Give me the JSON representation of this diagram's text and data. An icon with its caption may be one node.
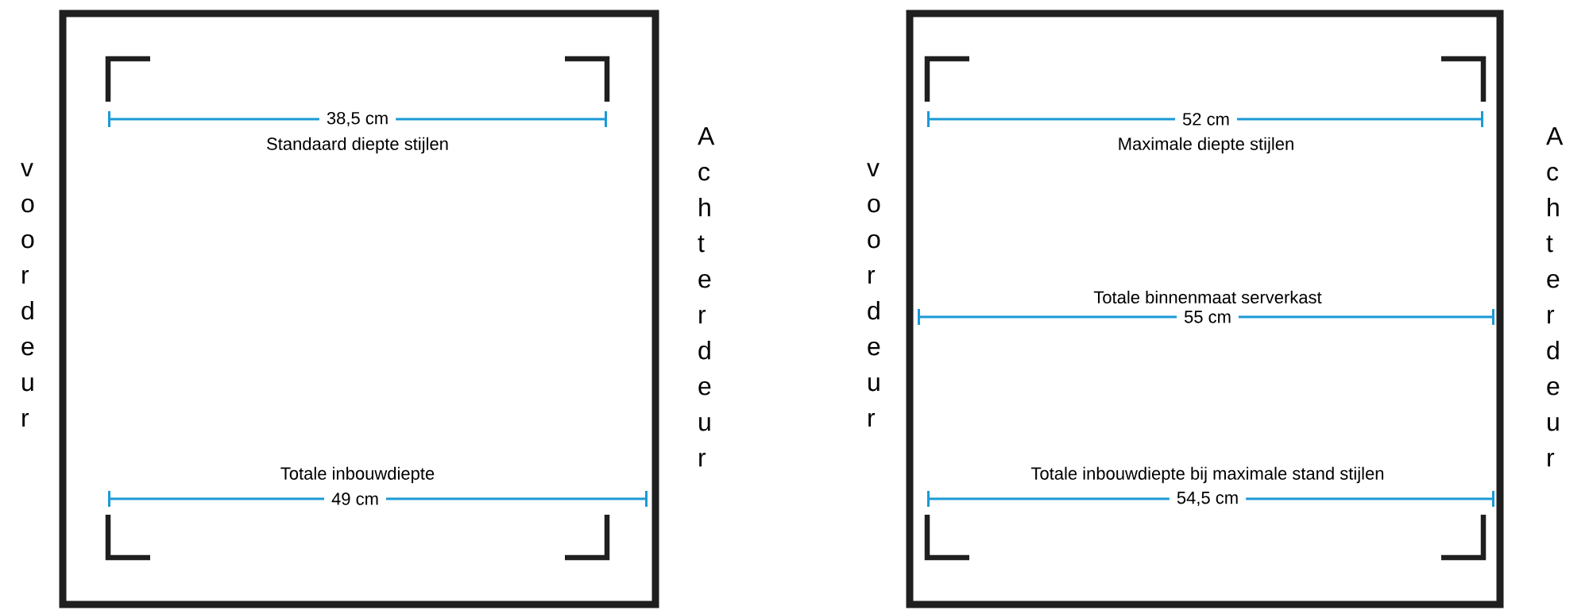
{
  "diagram": {
    "nodes": [
      {
        "text": [
          "38,5 cm",
          "Standaard diepte stijlen",
          "Totale inbouwdiepte",
          "49 cm"
        ]
      },
      {
        "text": [
          "52 cm",
          "Maximale diepte stijlen",
          "Totale binnenmaat serverkast",
          "55 cm",
          "Totale inbouwdiepte bij maximale stand stijlen",
          "54,5 cm"
        ]
      }
    ],
    "labels": [
      "voordeur",
      "Achterdeur",
      "voordeur",
      "Achterdeur"
    ]
  }
}
